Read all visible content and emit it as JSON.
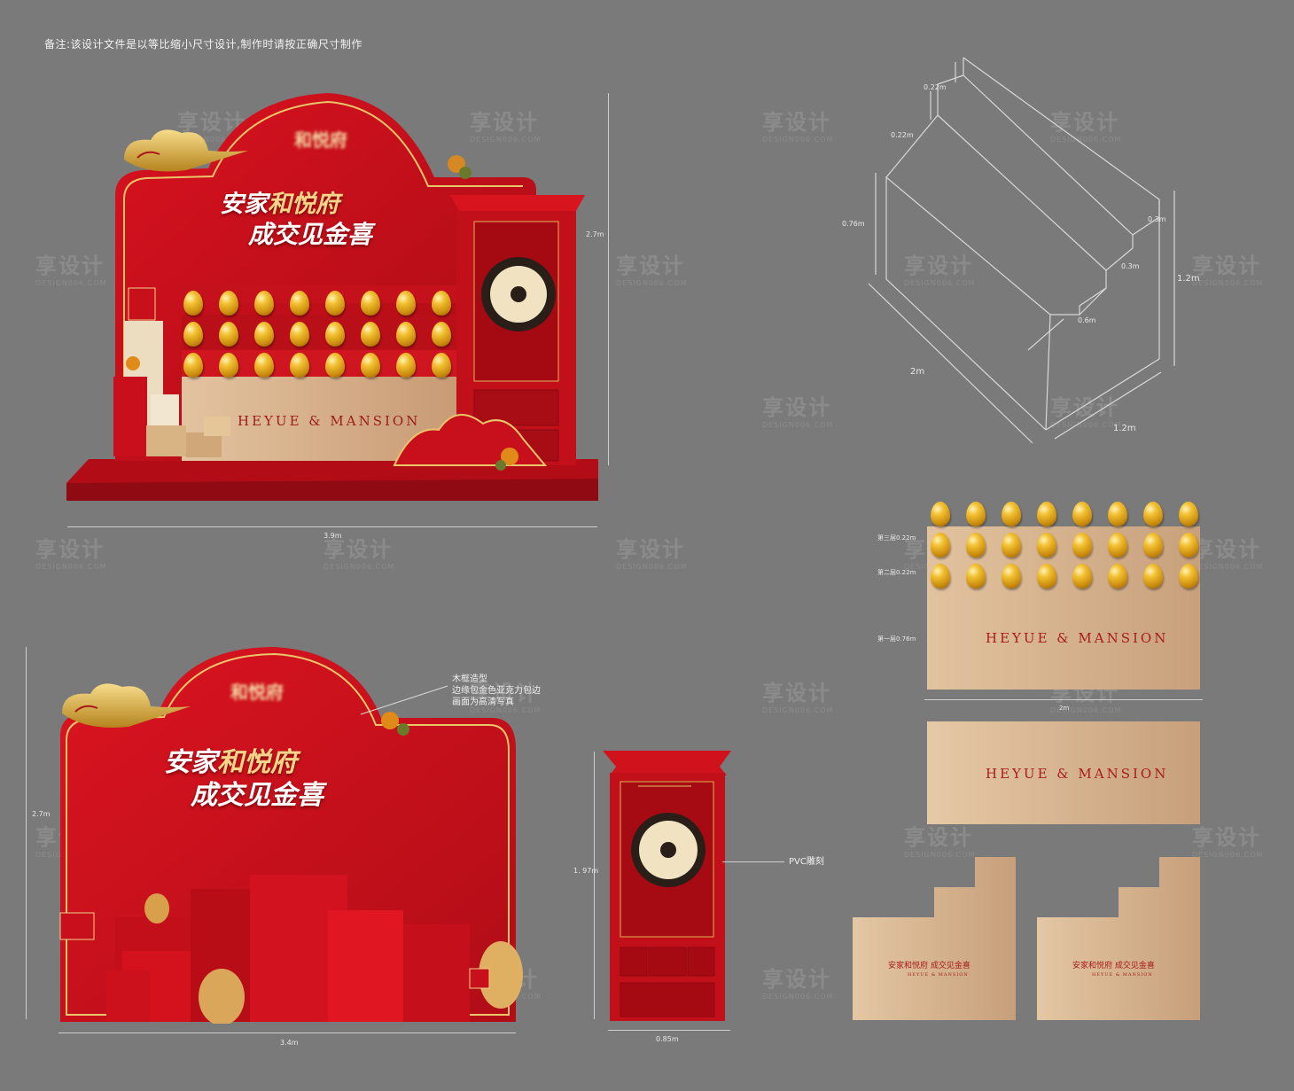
{
  "note": "备注:该设计文件是以等比缩小尺寸设计,制作时请按正确尺寸制作",
  "watermark": {
    "text": "享设计",
    "sub": "DESIGN006.COM"
  },
  "colors": {
    "background": "#7a7a7a",
    "red": "#c8101c",
    "gold": "#d9a93b",
    "tan": "#d8b08a"
  },
  "main_booth": {
    "logo_text": "和悦府",
    "slogan_line1_white": "安家",
    "slogan_line1_gold": "和悦府",
    "slogan_line2": "成交见金喜",
    "brand": "HEYUE & MANSION",
    "dim_height": "2.7m",
    "dim_width": "3.9m"
  },
  "backdrop": {
    "logo_text": "和悦府",
    "slogan_line1_white": "安家",
    "slogan_line1_gold": "和悦府",
    "slogan_line2": "成交见金喜",
    "dim_height": "2.7m",
    "dim_width": "3.4m",
    "callout": [
      "木框造型",
      "边缘包金色亚克力包边",
      "画面为高清写真"
    ]
  },
  "gong_door": {
    "dim_height": "1. 97m",
    "dim_width": "0.85m",
    "callout": "PVC雕刻"
  },
  "stair_diagram": {
    "labels": {
      "top_step": "0.22m",
      "second_step": "0.22m",
      "base_height": "0.76m",
      "step_depth_a": "0.3m",
      "step_depth_b": "0.3m",
      "front_depth": "0.6m",
      "total_height": "1.2m",
      "length": "2m",
      "width": "1.2m"
    }
  },
  "egg_shelf": {
    "brand": "HEYUE & MANSION",
    "layer3": "第三层0.22m",
    "layer2": "第二层0.22m",
    "layer1": "第一层0.76m",
    "dim_width": "2m",
    "egg_rows": 3,
    "eggs_per_row": 8
  },
  "back_panel": {
    "brand": "HEYUE & MANSION"
  },
  "side_panels": [
    {
      "title": "安家和悦府 成交见金喜",
      "brand": "HEYUE & MANSION"
    },
    {
      "title": "安家和悦府 成交见金喜",
      "brand": "HEYUE & MANSION"
    }
  ]
}
